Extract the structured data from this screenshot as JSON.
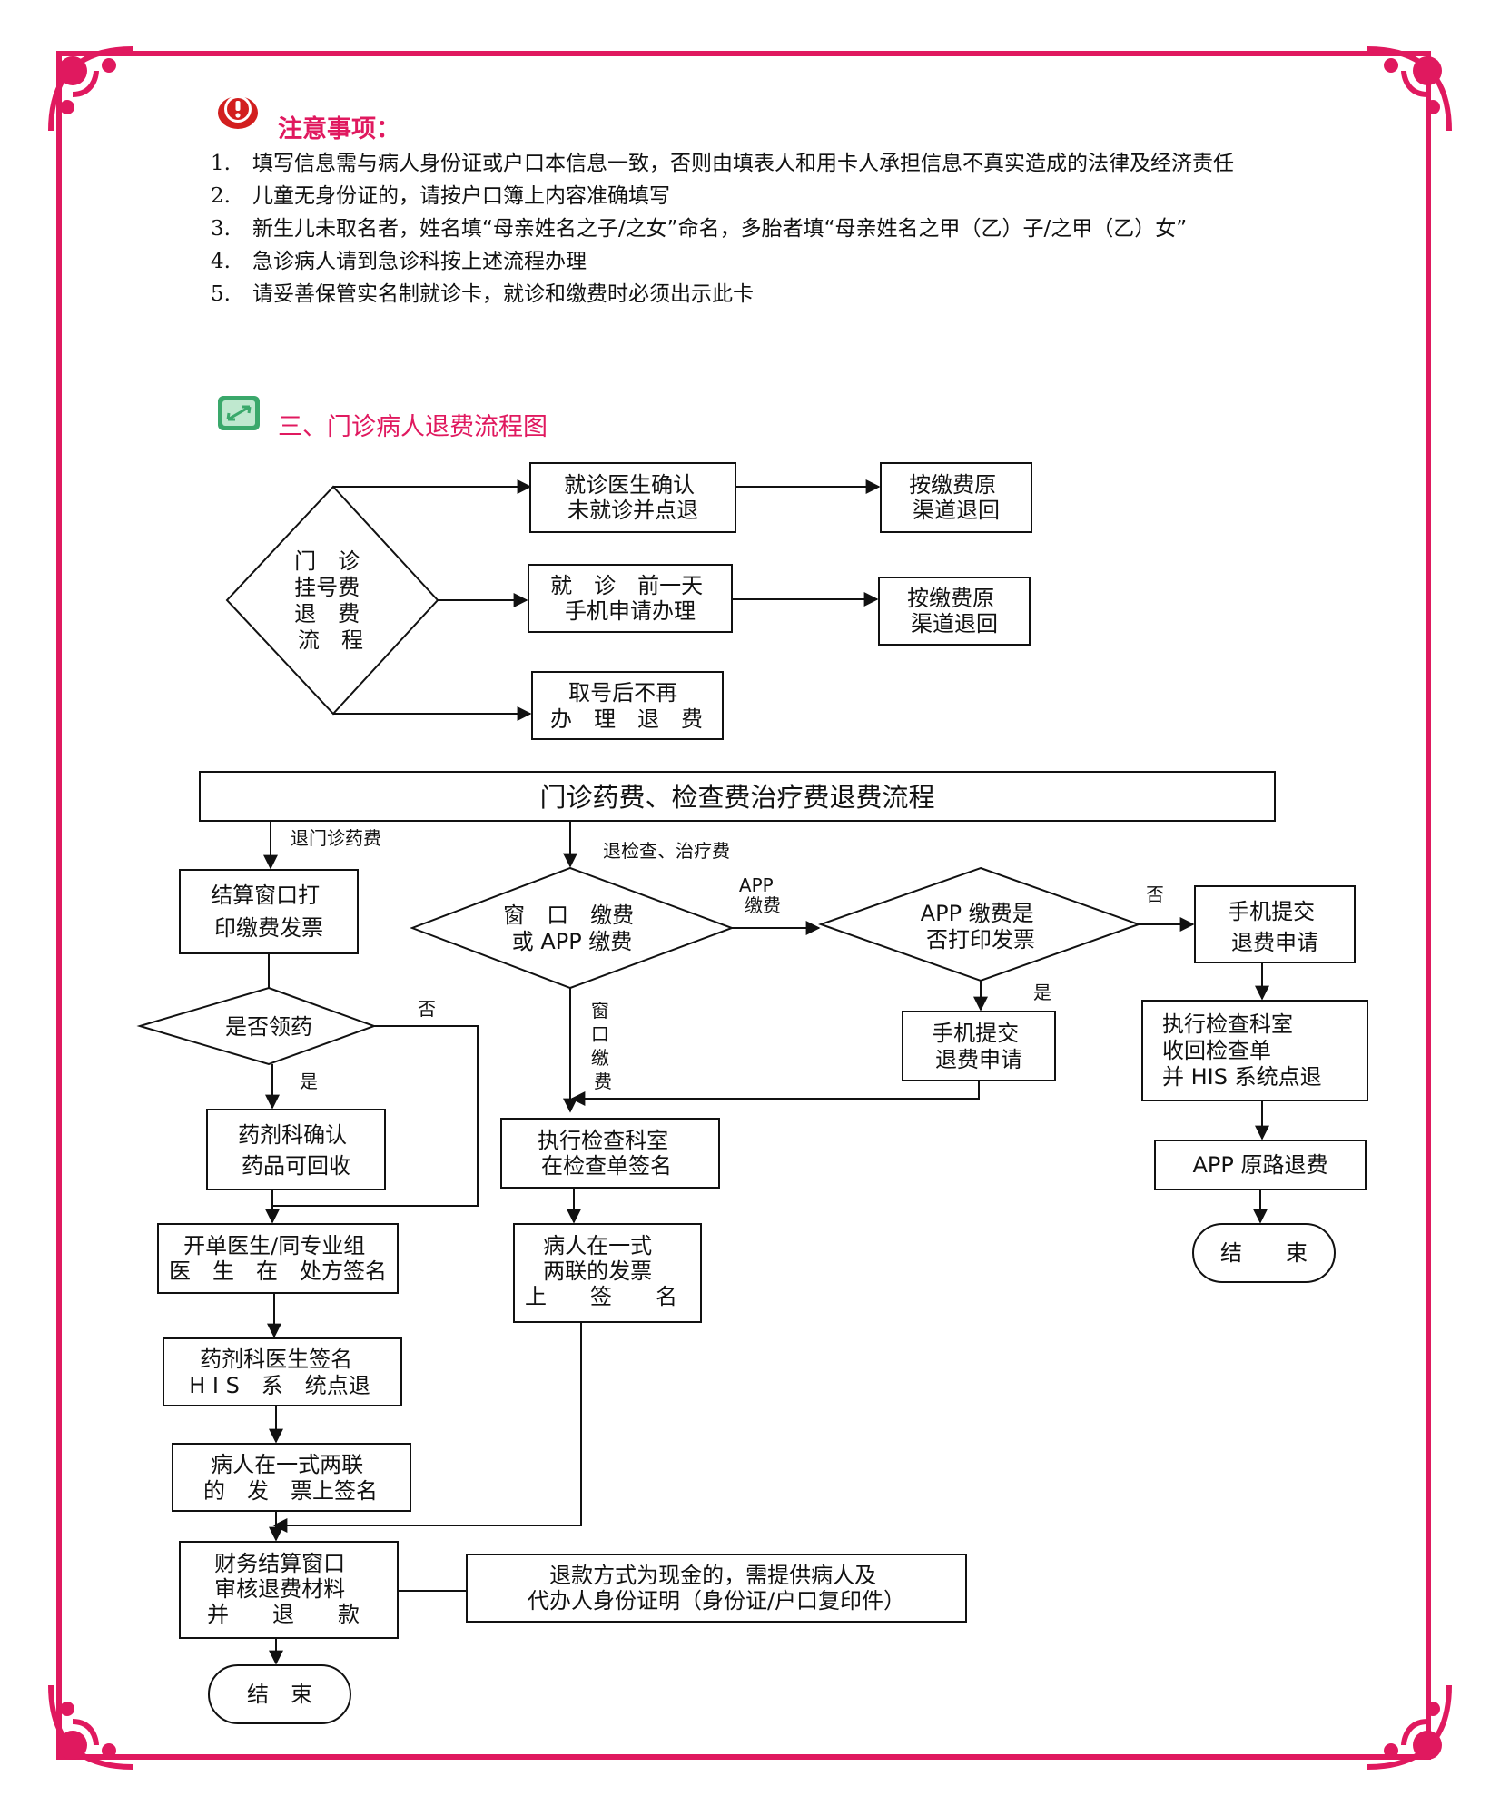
{
  "notice": {
    "title": "注意事项：",
    "items": [
      {
        "num": "1.",
        "text": "填写信息需与病人身份证或户口本信息一致，否则由填表人和用卡人承担信息不真实造成的法律及经济责任"
      },
      {
        "num": "2.",
        "text": "儿童无身份证的，请按户口簿上内容准确填写"
      },
      {
        "num": "3.",
        "text": "新生儿未取名者，姓名填“母亲姓名之子/之女”命名，多胎者填“母亲姓名之甲（乙）子/之甲（乙）女”"
      },
      {
        "num": "4.",
        "text": "急诊病人请到急诊科按上述流程办理"
      },
      {
        "num": "5.",
        "text": "请妥善保管实名制就诊卡，就诊和缴费时必须出示此卡"
      }
    ]
  },
  "section": {
    "title": "三、门诊病人退费流程图"
  },
  "flow1": {
    "diamond": [
      "门　诊",
      "挂号费",
      "退　费",
      "流　程"
    ],
    "b1": [
      "就诊医生确认",
      "未就诊并点退"
    ],
    "b1r": [
      "按缴费原",
      "渠道退回"
    ],
    "b2": [
      "就　诊　前一天",
      "手机申请办理"
    ],
    "b2r": [
      "按缴费原",
      "渠道退回"
    ],
    "b3": [
      "取号后不再",
      "办　理　退　费"
    ]
  },
  "flow2": {
    "header": "门诊药费、检查费治疗费退费流程",
    "branch_left": "退门诊药费",
    "branch_mid": "退检查、治疗费",
    "l1": [
      "结算窗口打",
      "印缴费发票"
    ],
    "l_diamond": "是否领药",
    "l_no": "否",
    "l_yes": "是",
    "l2": [
      "药剂科确认",
      "药品可回收"
    ],
    "l3": [
      "开单医生/同专业组",
      "医　生　在　处方签名"
    ],
    "l4": [
      "药剂科医生签名",
      "H I S　系　统点退"
    ],
    "l5": [
      "病人在一式两联",
      "的　发　票上签名"
    ],
    "l6": [
      "财务结算窗口",
      "审核退费材料",
      "并　　退　　款"
    ],
    "note": [
      "退款方式为现金的，需提供病人及",
      "代办人身份证明（身份证/户口复印件）"
    ],
    "l_end": "结　束",
    "m_diamond": [
      "窗　口　缴费",
      "或 APP 缴费"
    ],
    "m_window": [
      "窗",
      "口",
      "缴",
      "费"
    ],
    "m_app": [
      "APP",
      "缴费"
    ],
    "m_q": [
      "APP 缴费是",
      "否打印发票"
    ],
    "m_yes": "是",
    "m_no": "否",
    "m_phone": [
      "手机提交",
      "退费申请"
    ],
    "m2": [
      "执行检查科室",
      "在检查单签名"
    ],
    "m3": [
      "病人在一式",
      "两联的发票",
      "上　　签　　名"
    ],
    "r1": [
      "手机提交",
      "退费申请"
    ],
    "r2": [
      "执行检查科室",
      "收回检查单",
      "并 HIS 系统点退"
    ],
    "r3": "APP 原路退费",
    "r_end": "结　　束"
  }
}
